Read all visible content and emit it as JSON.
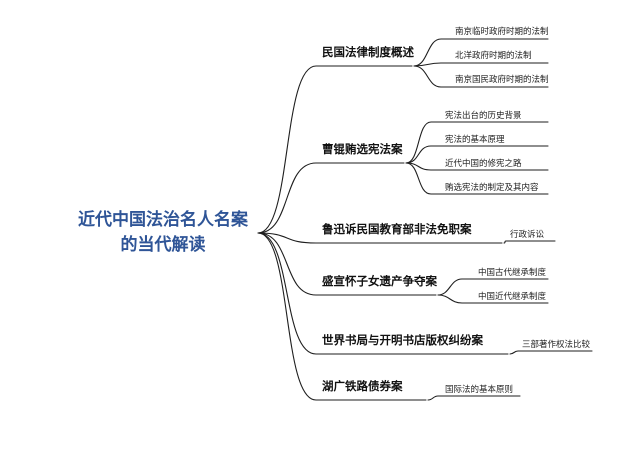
{
  "root": {
    "line1": "近代中国法治名人名案",
    "line2": "的当代解读"
  },
  "branches": [
    {
      "label": "民国法律制度概述",
      "leaves": [
        "南京临时政府时期的法制",
        "北洋政府时期的法制",
        "南京国民政府时期的法制"
      ]
    },
    {
      "label": "曹锟贿选宪法案",
      "leaves": [
        "宪法出台的历史背景",
        "宪法的基本原理",
        "近代中国的修宪之路",
        "贿选宪法的制定及其内容"
      ]
    },
    {
      "label": "鲁迅诉民国教育部非法免职案",
      "leaves": [
        "行政诉讼"
      ]
    },
    {
      "label": "盛宣怀子女遗产争夺案",
      "leaves": [
        "中国古代继承制度",
        "中国近代继承制度"
      ]
    },
    {
      "label": "世界书局与开明书店版权纠纷案",
      "leaves": [
        "三部著作权法比较"
      ]
    },
    {
      "label": "湖广铁路债券案",
      "leaves": [
        "国际法的基本原则"
      ]
    }
  ],
  "colors": {
    "root_text": "#2f5597",
    "line": "#1e1e1e"
  }
}
